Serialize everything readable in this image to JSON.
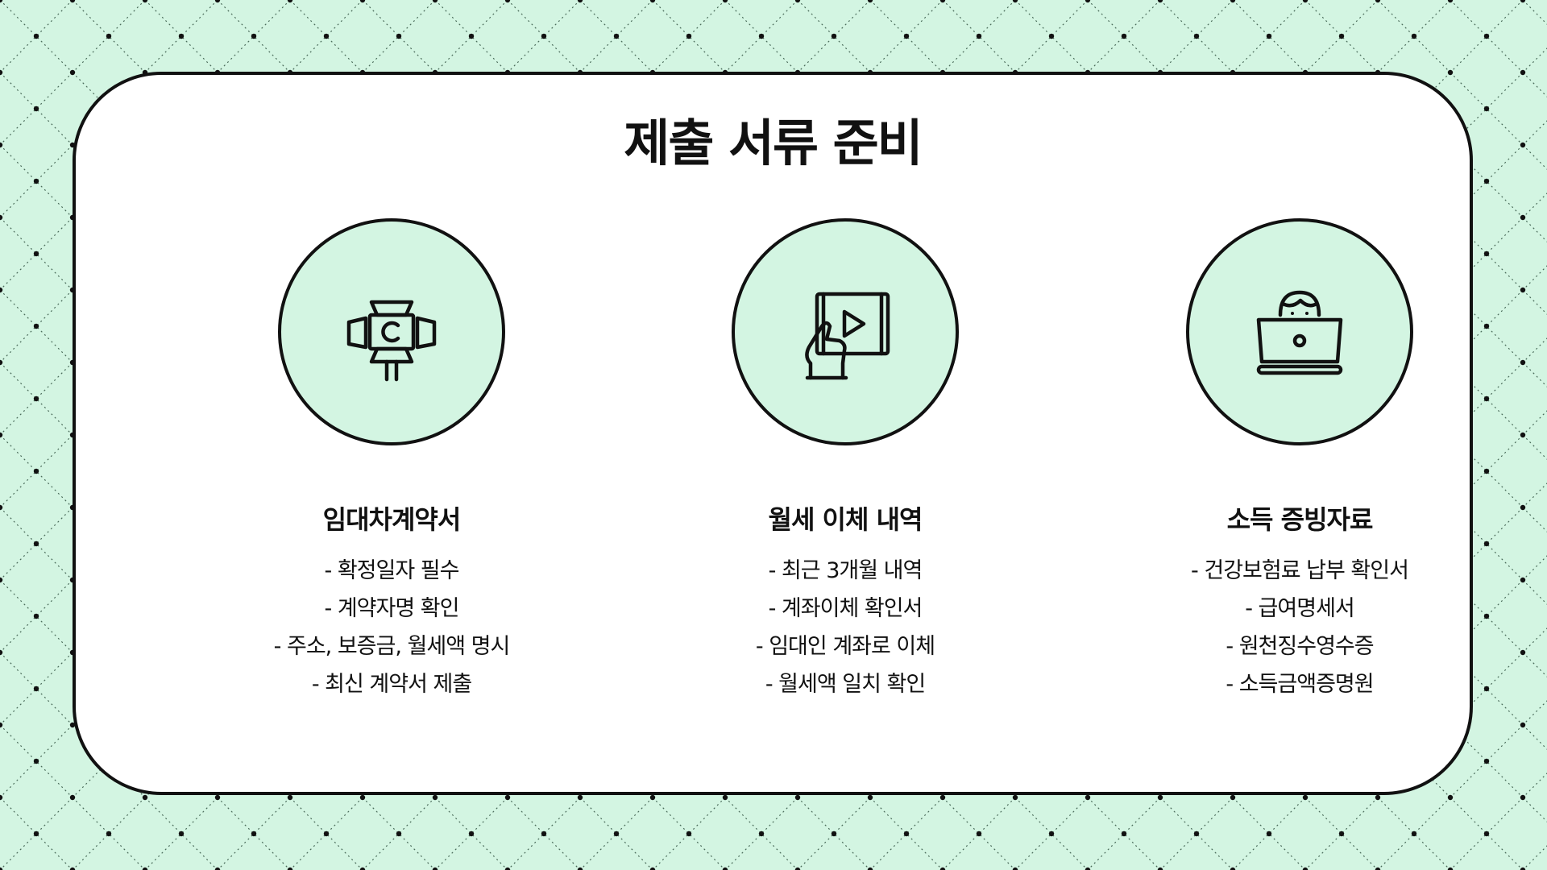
{
  "slide": {
    "title": "제출 서류 준비",
    "colors": {
      "background": "#d3f5e2",
      "card": "#ffffff",
      "ink": "#111111",
      "accent": "#d3f5e2"
    },
    "columns": [
      {
        "icon": "spotlight-icon",
        "heading": "임대차계약서",
        "items": [
          "- 확정일자 필수",
          "- 계약자명 확인",
          "- 주소, 보증금, 월세액 명시",
          "- 최신 계약서 제출"
        ]
      },
      {
        "icon": "hand-holding-tablet-play-icon",
        "heading": "월세 이체 내역",
        "items": [
          "- 최근 3개월 내역",
          "- 계좌이체 확인서",
          "- 임대인 계좌로 이체",
          "- 월세액 일치 확인"
        ]
      },
      {
        "icon": "person-laptop-icon",
        "heading": "소득 증빙자료",
        "items": [
          "- 건강보험료 납부 확인서",
          "- 급여명세서",
          "- 원천징수영수증",
          "- 소득금액증명원"
        ]
      }
    ]
  }
}
